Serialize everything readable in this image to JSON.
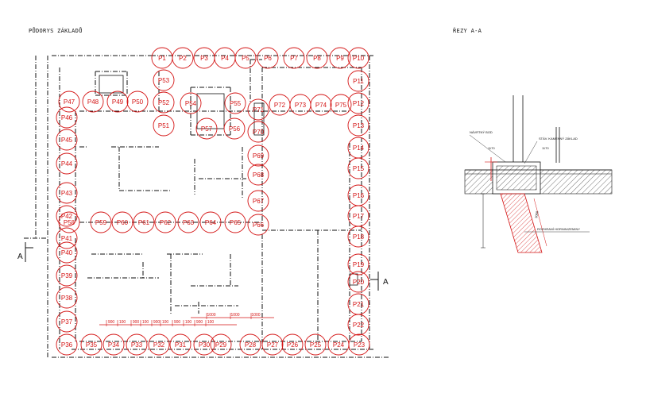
{
  "titles": {
    "plan": "PŮDORYS ZÁKLADŮ",
    "section": "ŘEZY A-A"
  },
  "cut_marker": "A",
  "piles": [
    "P1",
    "P2",
    "P3",
    "P4",
    "P5",
    "P6",
    "P7",
    "P8",
    "P9",
    "P10",
    "P11",
    "P12",
    "P13",
    "P14",
    "P15",
    "P16",
    "P17",
    "P18",
    "P19",
    "P20",
    "P21",
    "P22",
    "P23",
    "P24",
    "P25",
    "P26",
    "P27",
    "P28",
    "P29",
    "P30",
    "P31",
    "P32",
    "P33",
    "P34",
    "P35",
    "P36",
    "P37",
    "P38",
    "P39",
    "P40",
    "P41",
    "P42",
    "P43",
    "P44",
    "P45",
    "P46",
    "P47",
    "P48",
    "P49",
    "P50",
    "P51",
    "P52",
    "P53",
    "P54",
    "P55",
    "P56",
    "P57",
    "P58",
    "P59",
    "P60",
    "P61",
    "P62",
    "P63",
    "P64",
    "P65",
    "P66",
    "P67",
    "P68",
    "P69",
    "P70",
    "P71",
    "P72",
    "P73",
    "P74",
    "P75"
  ],
  "dimensions": [
    "900",
    "100",
    "900",
    "100",
    "900",
    "100",
    "900",
    "100",
    "900",
    "100",
    "1000",
    "1000",
    "1000"
  ],
  "section_notes": {
    "survey_point": "NÁVRTNÝ BOD",
    "foundation": "STÁV. KAMENNÝ ZÁKLAD",
    "ground_boundary": "ROZHRANÍ HORNIN/ZEMINY",
    "dim_a": "1170",
    "dim_b": "1170",
    "dim_depth": "3000"
  },
  "colors": {
    "pile": "#d41414",
    "line": "#111111"
  }
}
